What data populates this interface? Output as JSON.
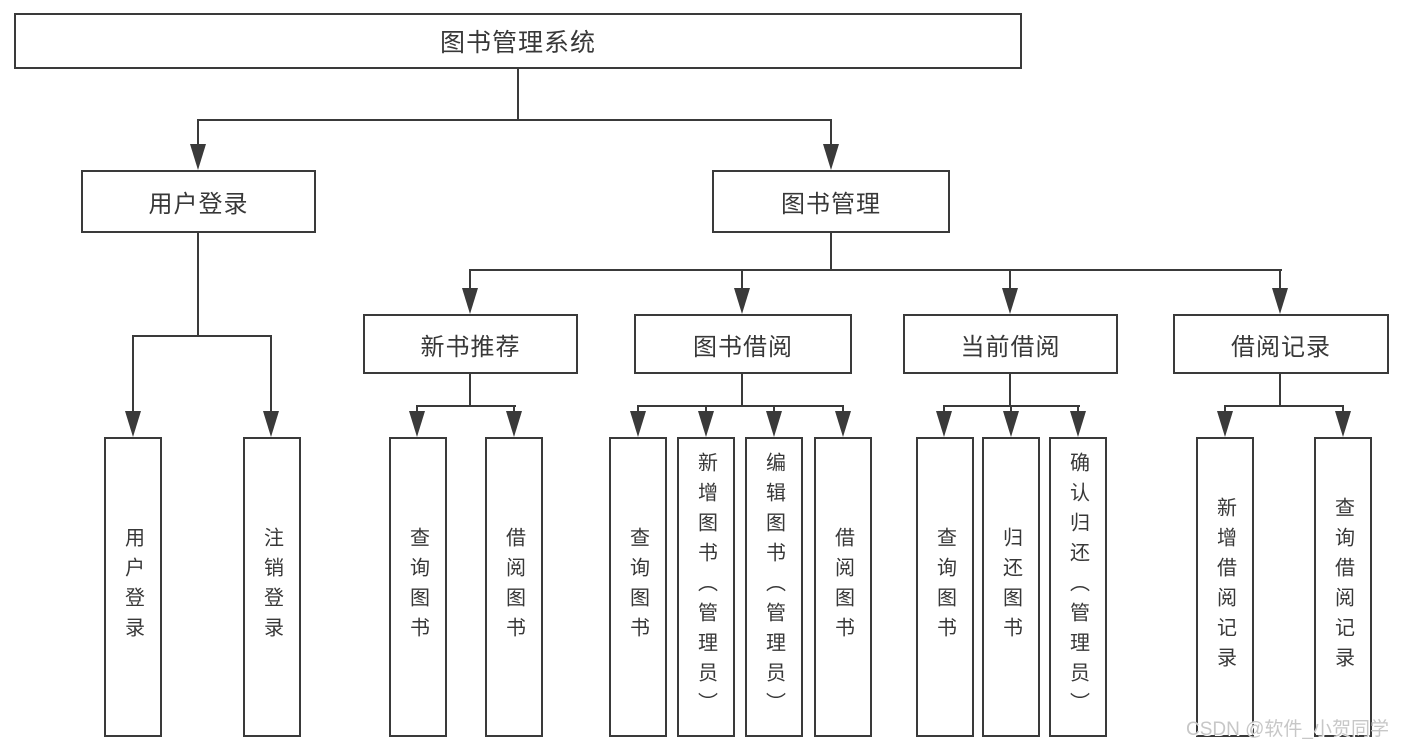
{
  "diagram": {
    "type": "hierarchy-tree",
    "background_color": "#ffffff",
    "line_color": "#3a3a3a",
    "text_color": "#383838",
    "watermark_color": "#c7c7c7",
    "root": {
      "label": "图书管理系统"
    },
    "branches": [
      {
        "label": "用户登录",
        "children": [
          {
            "label": "用户登录"
          },
          {
            "label": "注销登录"
          }
        ]
      },
      {
        "label": "图书管理",
        "children": [
          {
            "label": "新书推荐",
            "children": [
              {
                "label": "查询图书"
              },
              {
                "label": "借阅图书"
              }
            ]
          },
          {
            "label": "图书借阅",
            "children": [
              {
                "label": "查询图书"
              },
              {
                "label": "新增图书（管理员）"
              },
              {
                "label": "编辑图书（管理员）"
              },
              {
                "label": "借阅图书"
              }
            ]
          },
          {
            "label": "当前借阅",
            "children": [
              {
                "label": "查询图书"
              },
              {
                "label": "归还图书"
              },
              {
                "label": "确认归还（管理员）"
              }
            ]
          },
          {
            "label": "借阅记录",
            "children": [
              {
                "label": "新增借阅记录"
              },
              {
                "label": "查询借阅记录"
              }
            ]
          }
        ]
      }
    ],
    "watermark": "CSDN @软件_小贺同学"
  }
}
